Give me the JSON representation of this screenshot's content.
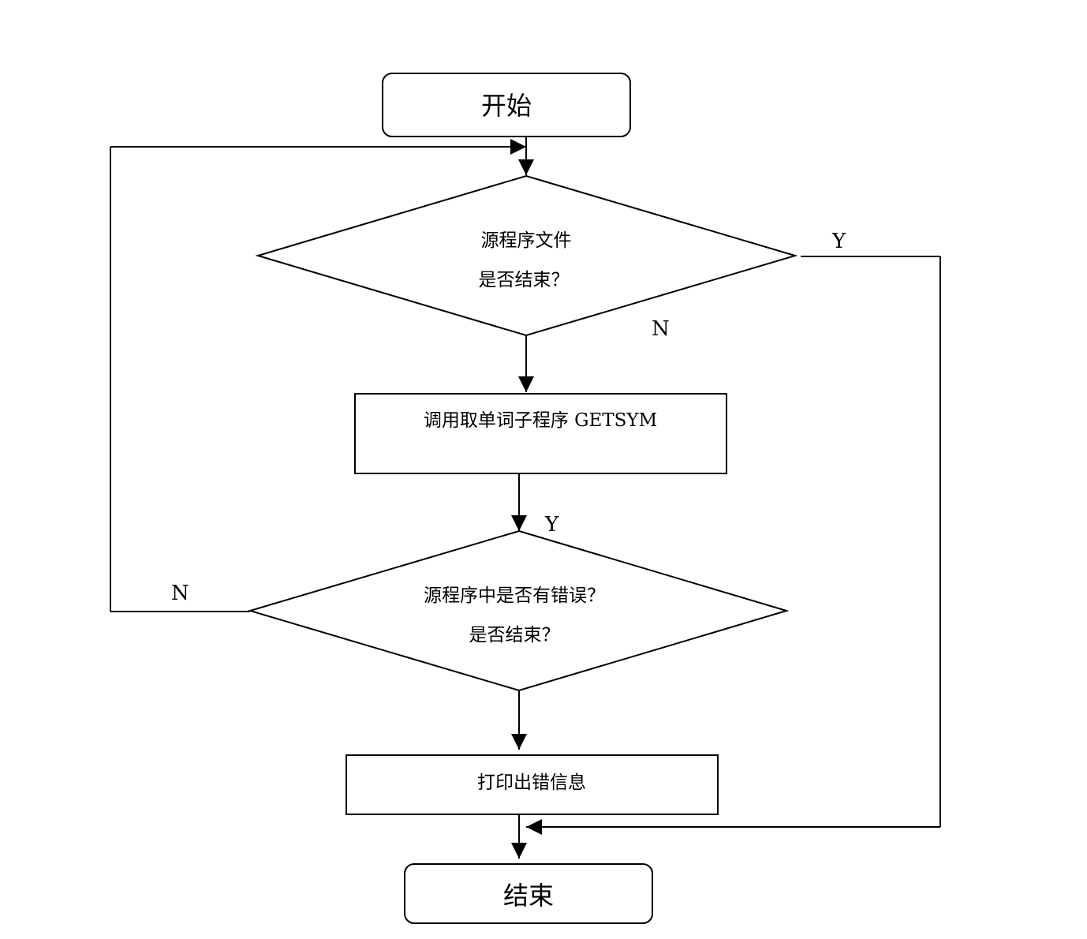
{
  "flowchart": {
    "start": "开始",
    "decision1": {
      "line1": "源程序文件",
      "line2": "是否结束？"
    },
    "process1": "调用取单词子程序 GETSYM",
    "decision2": {
      "line1": "源程序中是否有错误？",
      "line2": "是否结束？"
    },
    "process2": "打印出错信息",
    "end": "结束",
    "labels": {
      "d1_yes": "Y",
      "d1_no": "N",
      "d2_yes": "Y",
      "d2_no": "N"
    }
  }
}
